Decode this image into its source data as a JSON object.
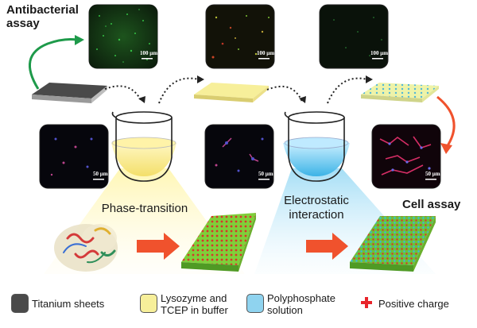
{
  "titles": {
    "antibacterial": "Antibacterial assay",
    "cell": "Cell assay"
  },
  "beakers": {
    "left_label": "Phase-transition",
    "right_label_line1": "Electrostatic",
    "right_label_line2": "interaction"
  },
  "micrographs": {
    "top_scale": "100 μm",
    "bottom_scale": "50 μm"
  },
  "legend": {
    "titanium": "Titanium sheets",
    "lysozyme": "Lysozyme and TCEP in buffer",
    "polyphosphate": "Polyphosphate solution",
    "positive": "Positive charge"
  },
  "colors": {
    "titanium": "#4a4a4a",
    "lysozyme": "#f7ef9a",
    "polyphosphate": "#8fd3ef",
    "arrow_red": "#f0522d",
    "arrow_green": "#1e9a4a",
    "plus_red": "#e8242a"
  }
}
